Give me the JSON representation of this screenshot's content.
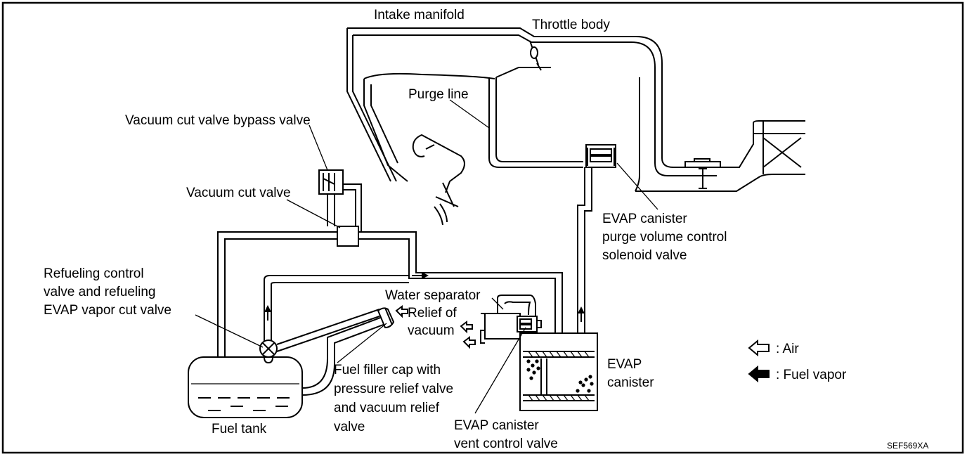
{
  "labels": {
    "intake_manifold": "Intake manifold",
    "throttle_body": "Throttle body",
    "purge_line": "Purge line",
    "vacuum_cut_valve_bypass_valve": "Vacuum cut valve bypass valve",
    "vacuum_cut_valve": "Vacuum cut valve",
    "purge_solenoid_1": "EVAP canister",
    "purge_solenoid_2": "purge volume control",
    "purge_solenoid_3": "solenoid valve",
    "refuel_1": "Refueling control",
    "refuel_2": "valve and refueling",
    "refuel_3": "EVAP vapor cut valve",
    "water_separator": "Water separator",
    "relief_1": "Relief of",
    "relief_2": "vacuum",
    "evap_canister_1": "EVAP",
    "evap_canister_2": "canister",
    "filler_cap_1": "Fuel filler cap with",
    "filler_cap_2": "pressure relief valve",
    "filler_cap_3": "and vacuum relief",
    "filler_cap_4": "valve",
    "fuel_tank": "Fuel tank",
    "vent_valve_1": "EVAP canister",
    "vent_valve_2": "vent control valve",
    "figure_code": "SEF569XA"
  },
  "legend": {
    "air_label": ": Air",
    "air_icon": "outline-arrow-left-icon",
    "fuel_vapor_label": ": Fuel vapor",
    "fuel_vapor_icon": "solid-arrow-left-icon"
  },
  "colors": {
    "line": "#000000",
    "background": "#ffffff"
  }
}
